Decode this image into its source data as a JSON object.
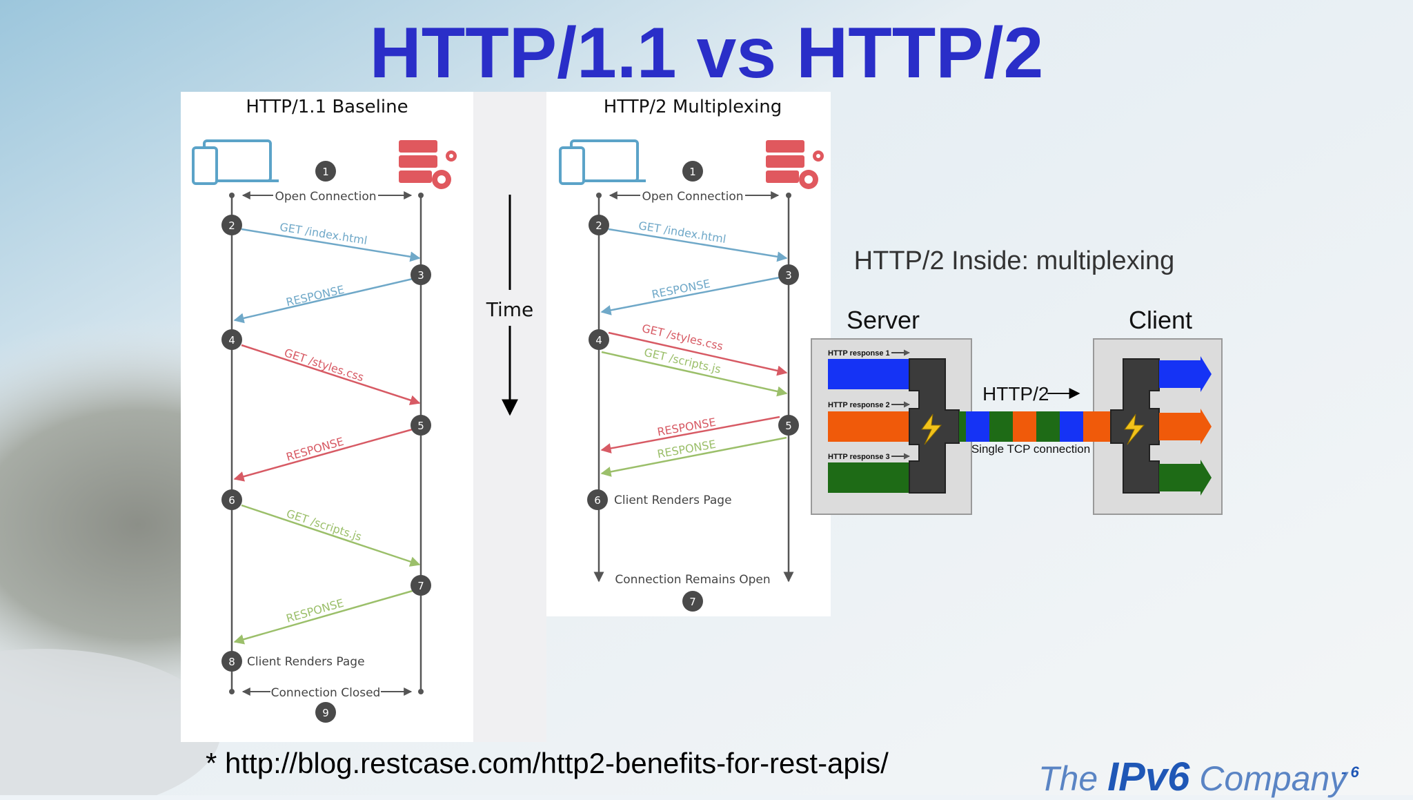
{
  "slide": {
    "title": "HTTP/1.1 vs HTTP/2",
    "footer_link": "* http://blog.restcase.com/http2-benefits-for-rest-apis/",
    "logo": {
      "prefix": "The ",
      "mid": "IPv6",
      "suffix": " Company"
    },
    "page_number": "- 6"
  },
  "colors": {
    "title": "#2a2ec8",
    "blue": "#6fa8c8",
    "red": "#d75a64",
    "green": "#9bbf6a",
    "node": "#4a4a4a"
  },
  "icons": [
    "laptop-phone-icon",
    "server-gear-icon",
    "lightning-icon"
  ],
  "baseline": {
    "title": "HTTP/1.1 Baseline",
    "open": "Open Connection",
    "closed": "Connection Closed",
    "renders": "Client Renders Page",
    "step_numbers": [
      "1",
      "2",
      "3",
      "4",
      "5",
      "6",
      "7",
      "8",
      "9"
    ],
    "arrows": [
      {
        "label": "GET /index.html",
        "color": "blue"
      },
      {
        "label": "RESPONSE",
        "color": "blue"
      },
      {
        "label": "GET /styles.css",
        "color": "red"
      },
      {
        "label": "RESPONSE",
        "color": "red"
      },
      {
        "label": "GET /scripts.js",
        "color": "green"
      },
      {
        "label": "RESPONSE",
        "color": "green"
      }
    ]
  },
  "time_label": "Time",
  "multiplex": {
    "title": "HTTP/2 Multiplexing",
    "open": "Open Connection",
    "remains_open": "Connection Remains Open",
    "renders": "Client Renders Page",
    "step_numbers": [
      "1",
      "2",
      "3",
      "4",
      "5",
      "6",
      "7"
    ],
    "arrows": [
      {
        "label": "GET /index.html",
        "color": "blue"
      },
      {
        "label": "RESPONSE",
        "color": "blue"
      },
      {
        "label": "GET /styles.css",
        "color": "red"
      },
      {
        "label": "GET /scripts.js",
        "color": "green"
      },
      {
        "label": "RESPONSE",
        "color": "red"
      },
      {
        "label": "RESPONSE",
        "color": "green"
      }
    ]
  },
  "inside": {
    "title": "HTTP/2 Inside: multiplexing",
    "server": "Server",
    "client": "Client",
    "responses": [
      "HTTP response 1",
      "HTTP response 2",
      "HTTP response 3"
    ],
    "protocol": "HTTP/2",
    "connection": "Single TCP connection",
    "stream_colors": [
      "#1533f5",
      "#f05a0a",
      "#1e6b16"
    ]
  }
}
